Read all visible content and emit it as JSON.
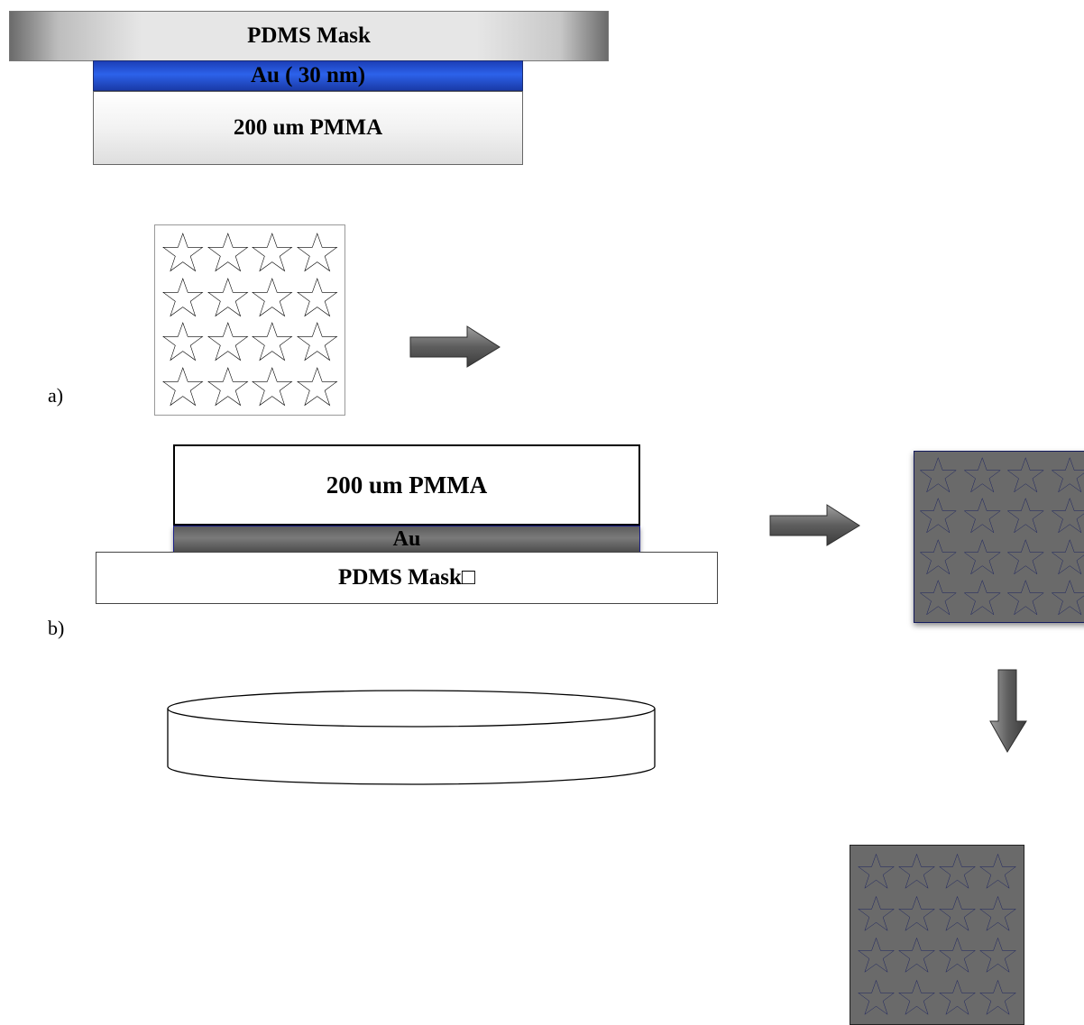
{
  "step_a": {
    "label": "a)",
    "layers": {
      "pdms_mask": "PDMS Mask",
      "gold": "Au ( 30 nm)",
      "pmma": "200 um PMMA"
    }
  },
  "step_b": {
    "label": "b)",
    "layers": {
      "pmma": "200 um PMMA",
      "gold": "Au",
      "pdms_mask": "PDMS Mask□"
    }
  },
  "star_grid": {
    "rows": 4,
    "cols": 4
  },
  "colors": {
    "gold_layer_blue": "#2c62ea",
    "dark_pattern_fill": "#6a6a6a",
    "star_outline_dark": "#1c2360",
    "arrow_fill": "#6b6b6b"
  },
  "icons": [
    "star-icon",
    "arrow-right-icon",
    "arrow-down-icon",
    "petri-dish-icon"
  ]
}
